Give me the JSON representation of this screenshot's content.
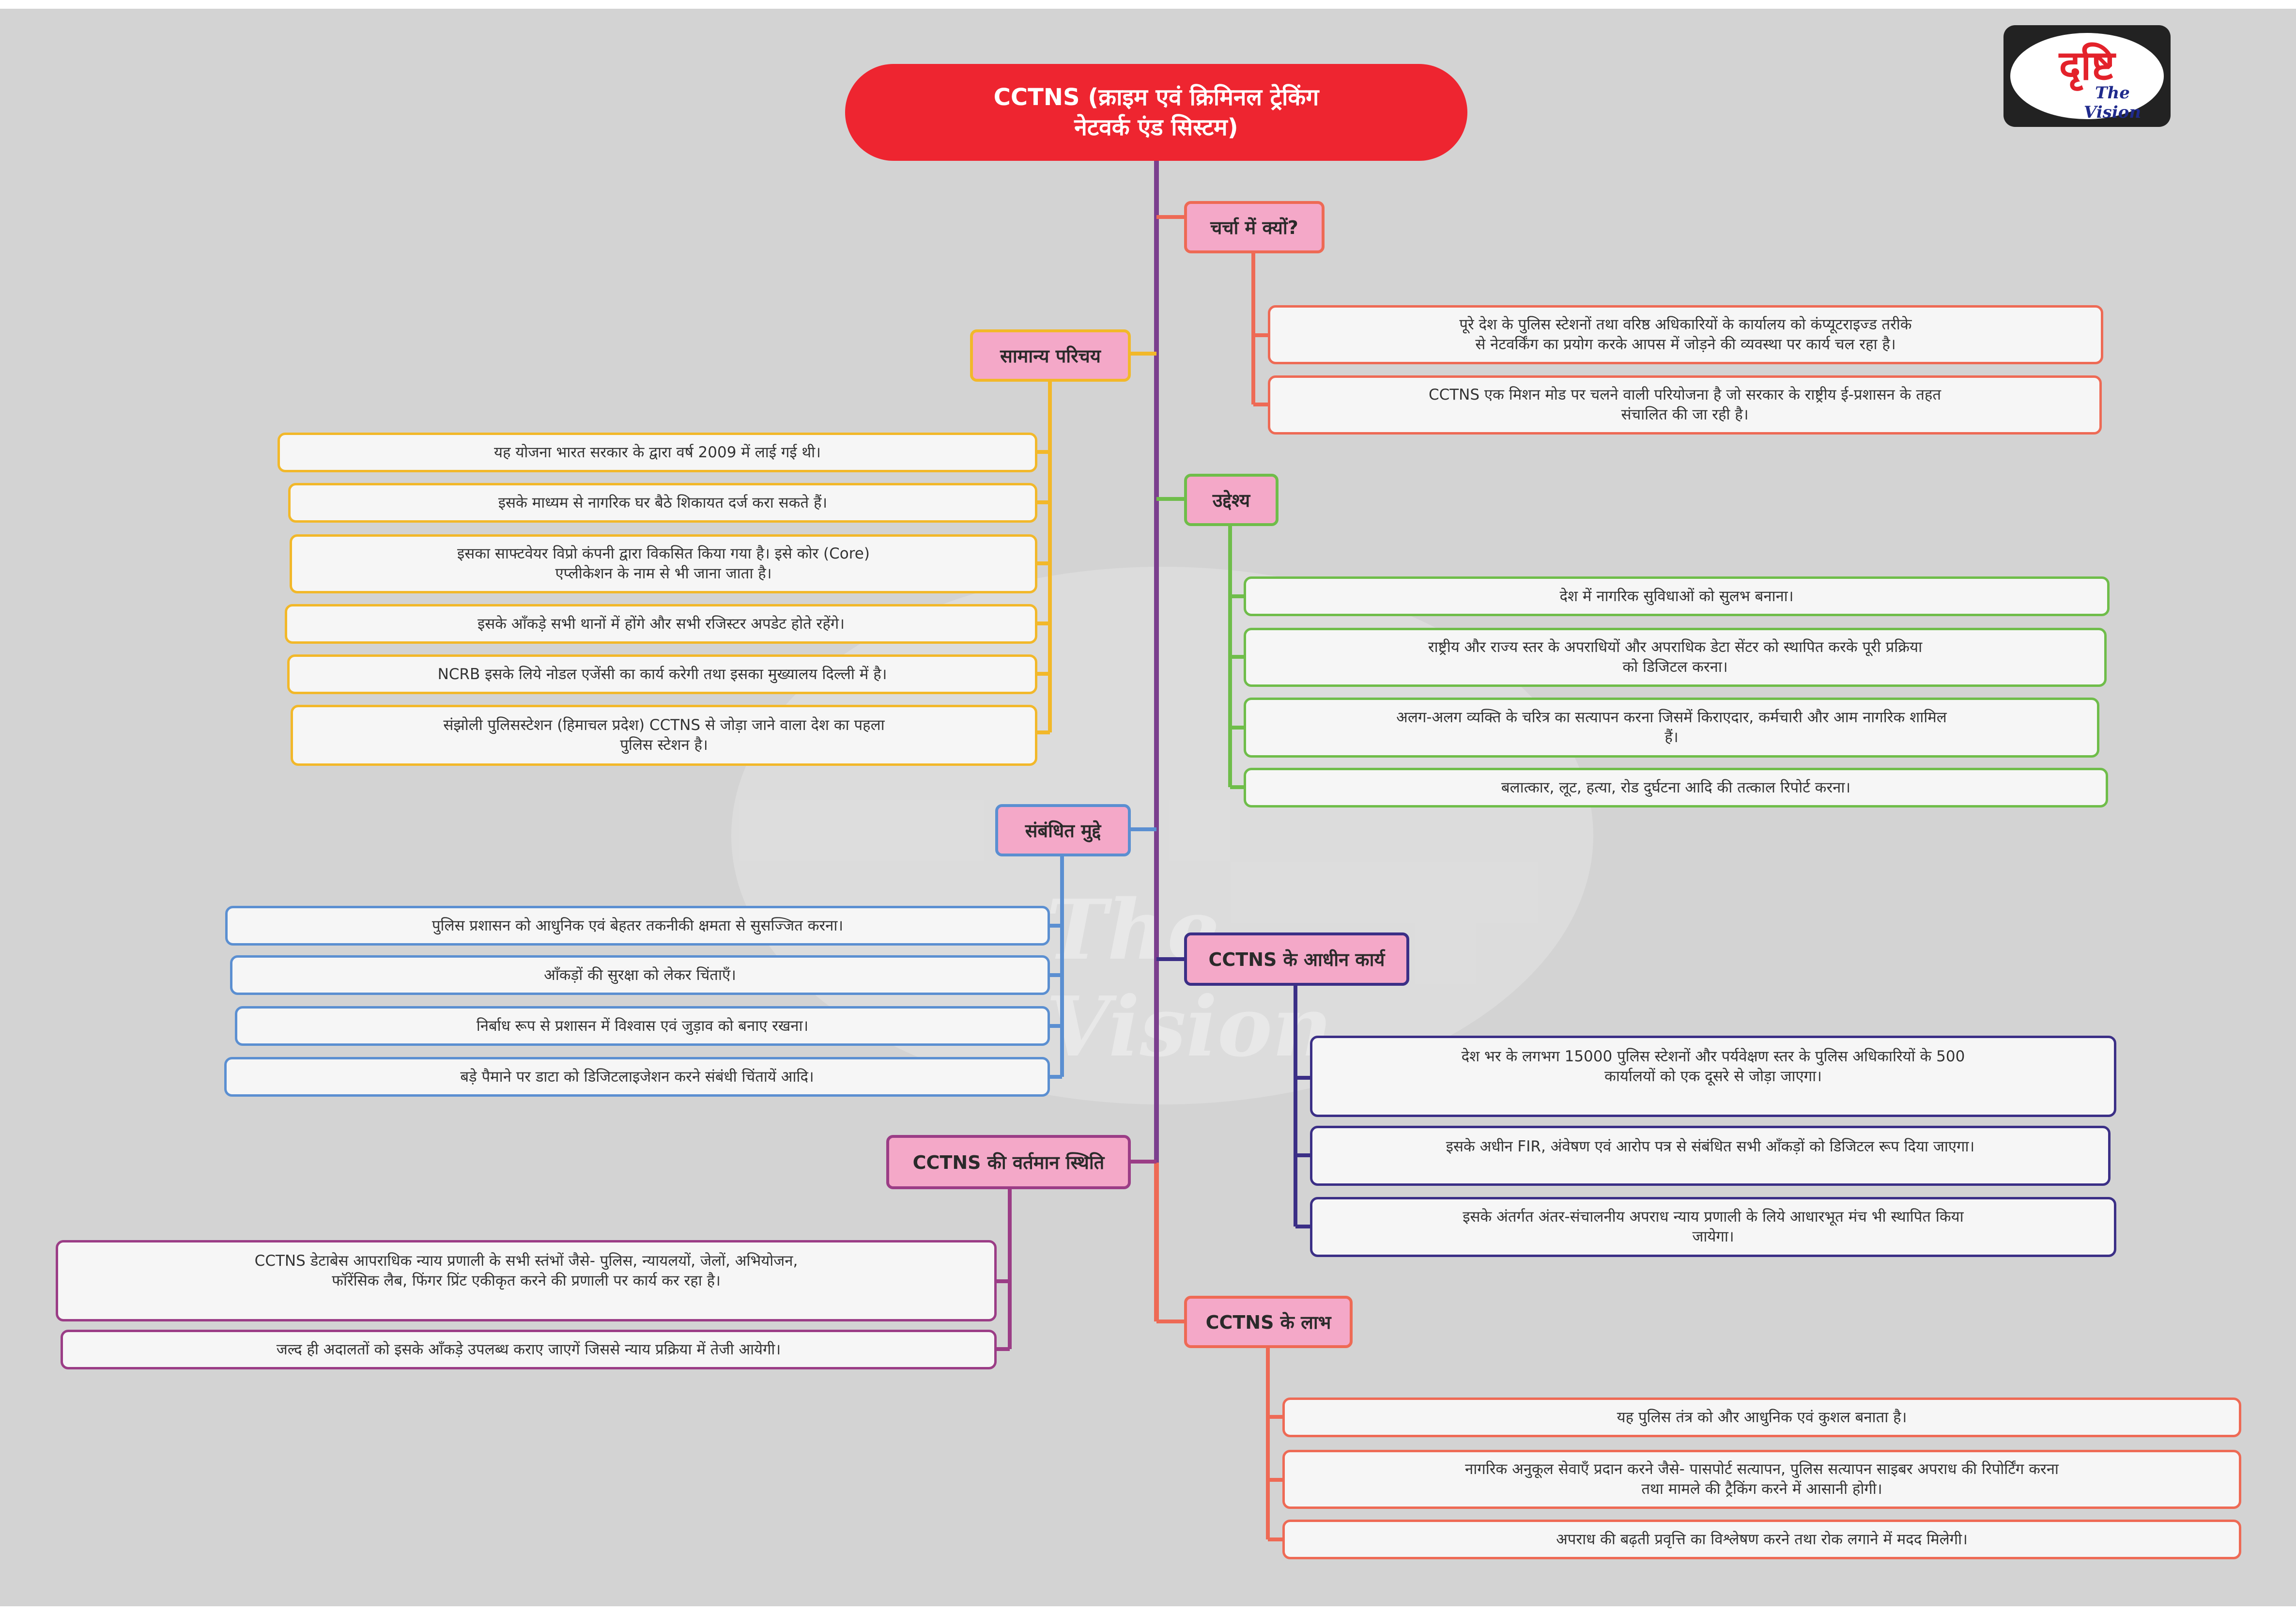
{
  "logo": {
    "hindi_text": "दृष्टि",
    "english_text": "The Vision"
  },
  "watermark": {
    "text": "The Vision"
  },
  "root": {
    "line1": "CCTNS (क्राइम एवं क्रिमिनल ट्रेकिंग",
    "line2": "नेटवर्क एंड सिस्टम)"
  },
  "colors": {
    "root": "#ee2530",
    "spine": "#7b3f8e",
    "charcha": "#ee6a55",
    "samanya": "#f2b82a",
    "uddeshya": "#6fbd4a",
    "sambandhit": "#5b8fd1",
    "karya": "#3b2f86",
    "vartaman": "#9b3d86",
    "labh": "#ee6a55",
    "branch_fill": "#f4a8c8",
    "leaf_fill": "#f6f6f6"
  },
  "branches": {
    "charcha": {
      "label": "चर्चा में क्यों?",
      "items": [
        {
          "line1": "पूरे देश के पुलिस स्टेशनों तथा वरिष्ठ अधिकारियों के कार्यालय को कंप्यूटराइज्ड तरीके",
          "line2": "से नेटवर्किंग का प्रयोग करके आपस में जोड़ने की व्यवस्था पर कार्य चल रहा है।"
        },
        {
          "line1": "CCTNS एक मिशन मोड पर चलने वाली परियोजना है जो सरकार के राष्ट्रीय ई-प्रशासन के तहत",
          "line2": "संचालित की जा रही है।"
        }
      ]
    },
    "samanya": {
      "label": "सामान्य परिचय",
      "items": [
        {
          "line1": "यह योजना भारत सरकार के द्वारा वर्ष 2009 में लाई गई थी।",
          "line2": ""
        },
        {
          "line1": "इसके माध्यम से नागरिक घर बैठे शिकायत दर्ज करा सकते हैं।",
          "line2": ""
        },
        {
          "line1": "इसका साफ्टवेयर विप्रो कंपनी द्वारा विकसित किया गया है। इसे कोर (Core)",
          "line2": "एप्लीकेशन के नाम से भी जाना जाता है।"
        },
        {
          "line1": "इसके आँकड़े सभी थानों में होंगे और सभी रजिस्टर अपडेट होते रहेंगे।",
          "line2": ""
        },
        {
          "line1": "NCRB इसके लिये नोडल एजेंसी का कार्य करेगी तथा इसका मुख्यालय दिल्ली में है।",
          "line2": ""
        },
        {
          "line1": "संझोली पुलिसस्टेशन (हिमाचल प्रदेश) CCTNS से जोड़ा जाने वाला  देश का पहला",
          "line2": "पुलिस स्टेशन है।"
        }
      ]
    },
    "uddeshya": {
      "label": "उद्देश्य",
      "items": [
        {
          "line1": "देश में नागरिक सुविधाओं को सुलभ बनाना।",
          "line2": ""
        },
        {
          "line1": "राष्ट्रीय और राज्य स्तर के अपराधियों और अपराधिक डेटा सेंटर को स्थापित करके पूरी प्रक्रिया",
          "line2": "को डिजिटल करना।"
        },
        {
          "line1": "अलग-अलग व्यक्ति के चरित्र का सत्यापन करना जिसमें किराएदार, कर्मचारी और आम नागरिक शामिल",
          "line2": "हैं।"
        },
        {
          "line1": "बलात्कार, लूट, हत्या, रोड दुर्घटना आदि की तत्काल रिपोर्ट करना।",
          "line2": ""
        }
      ]
    },
    "sambandhit": {
      "label": "संबंधित मुद्दे",
      "items": [
        {
          "line1": "पुलिस प्रशासन को आधुनिक एवं बेहतर तकनीकी क्षमता से सुसज्जित करना।",
          "line2": ""
        },
        {
          "line1": "आँकड़ों की सुरक्षा को लेकर चिंताएँ।",
          "line2": ""
        },
        {
          "line1": "निर्बाध रूप से प्रशासन में विश्वास एवं जुड़ाव को बनाए रखना।",
          "line2": ""
        },
        {
          "line1": "बड़े पैमाने पर डाटा को डिजिटलाइजेशन करने संबंधी चिंतायें आदि।",
          "line2": ""
        }
      ]
    },
    "karya": {
      "label": "CCTNS के आधीन कार्य",
      "items": [
        {
          "line1": "देश भर के लगभग 15000 पुलिस स्टेशनों और पर्यवेक्षण स्तर के पुलिस अधिकारियों के 500",
          "line2": "कार्यालयों को एक दूसरे से जोड़ा जाएगा।"
        },
        {
          "line1": "इसके अधीन FIR, अंवेषण एवं आरोप पत्र से संबंधित सभी आँकड़ों को डिजिटल रूप दिया जाएगा।",
          "line2": ""
        },
        {
          "line1": "इसके अंतर्गत अंतर-संचालनीय अपराध न्याय प्रणाली के लिये आधारभूत मंच भी स्थापित किया",
          "line2": "जायेगा।"
        }
      ]
    },
    "vartaman": {
      "label": "CCTNS की वर्तमान स्थिति",
      "items": [
        {
          "line1": "CCTNS डेटाबेस आपराधिक न्याय प्रणाली के सभी स्तंभों जैसे- पुलिस, न्यायलयों, जेलों, अभियोजन,",
          "line2": "फॉरेंसिक लैब, फिंगर प्रिंट एकीकृत करने की प्रणाली पर कार्य कर रहा है।"
        },
        {
          "line1": "जल्द ही अदालतों को इसके आँकड़े उपलब्ध कराए जाएगें जिससे न्याय प्रक्रिया में तेजी आयेगी।",
          "line2": ""
        }
      ]
    },
    "labh": {
      "label": "CCTNS के लाभ",
      "items": [
        {
          "line1": "यह पुलिस तंत्र को और आधुनिक एवं कुशल बनाता है।",
          "line2": ""
        },
        {
          "line1": "नागरिक अनुकूल सेवाएँ प्रदान करने जैसे- पासपोर्ट सत्यापन, पुलिस सत्यापन साइबर अपराध की रिपोर्टिंग करना",
          "line2": "तथा मामले की ट्रैकिंग करने में आसानी होगी।"
        },
        {
          "line1": "अपराध की बढ़ती प्रवृत्ति का विश्लेषण करने तथा रोक लगाने में मदद मिलेगी।",
          "line2": ""
        }
      ]
    }
  }
}
